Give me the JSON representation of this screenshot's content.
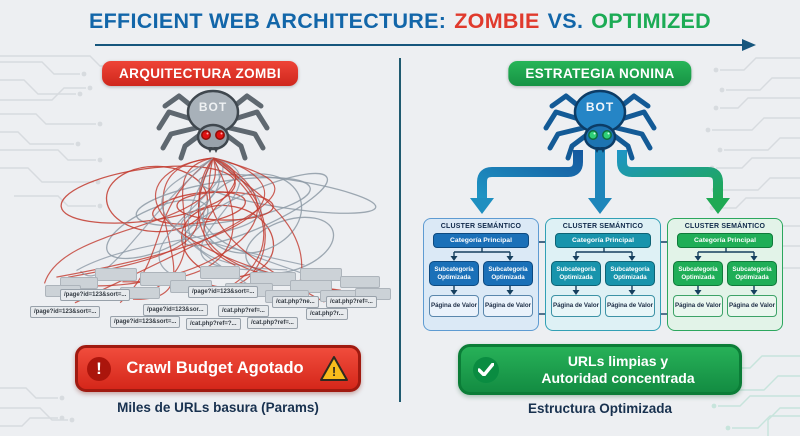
{
  "title": {
    "main": "EFFICIENT WEB ARCHITECTURE:",
    "zombie": "ZOMBIE",
    "vs": "VS.",
    "optimized": "OPTIMIZED"
  },
  "left": {
    "badge": "ARQUITECTURA ZOMBI",
    "bot": "BOT",
    "urls": [
      "/page?id=123&sort=...",
      "/page?id=123&sort=...",
      "/page?id=123&sor...",
      "/page?id=123&sort=...",
      "/page?id=123&sort=...",
      "/cat.php?ref=...",
      "/cat.php?ref=?...",
      "/cat.php?ne...",
      "/cat.php?ref=...",
      "/cat.php?r...",
      "/cat.php?ref=..."
    ],
    "alert": "Crawl Budget Agotado",
    "caption": "Miles de URLs basura (Params)"
  },
  "right": {
    "badge": "ESTRATEGIA NONINA",
    "bot": "BOT",
    "clusters": [
      {
        "title": "CLUSTER SEMÁNTICO",
        "category": "Categoría Principal",
        "subs": [
          "Subcategoría Optimizada",
          "Subcategoría Optimizada"
        ],
        "pages": [
          "Página de Valor",
          "Página de Valor"
        ]
      },
      {
        "title": "CLUSTER SEMÁNTICO",
        "category": "Categoría Principal",
        "subs": [
          "Subcategoría Optimizada",
          "Subcategoría Optimizada"
        ],
        "pages": [
          "Página de Valor",
          "Página de Valor"
        ]
      },
      {
        "title": "CLUSTER SEMÁNTICO",
        "category": "Categoría Principal",
        "subs": [
          "Subcategoría Optimizada",
          "Subcategoría Optimizada"
        ],
        "pages": [
          "Página de Valor",
          "Página de Valor"
        ]
      }
    ],
    "summary_line1": "URLs limpias y",
    "summary_line2": "Autoridad concentrada",
    "caption": "Estructura Optimizada"
  },
  "icons": {
    "exclamation": "!"
  },
  "colors": {
    "title_blue": "#1266a9",
    "zombie_red": "#e03a2d",
    "optimized_green": "#1cab55",
    "badge_red": "#de3227",
    "badge_green": "#1fa851",
    "alert_red": "#d5271a",
    "warning_yellow": "#f8bc1c",
    "cluster_blue": "#1a70b8",
    "cluster_teal": "#1894ac",
    "cluster_green": "#1fae57",
    "divider_teal": "#1f5a70"
  }
}
